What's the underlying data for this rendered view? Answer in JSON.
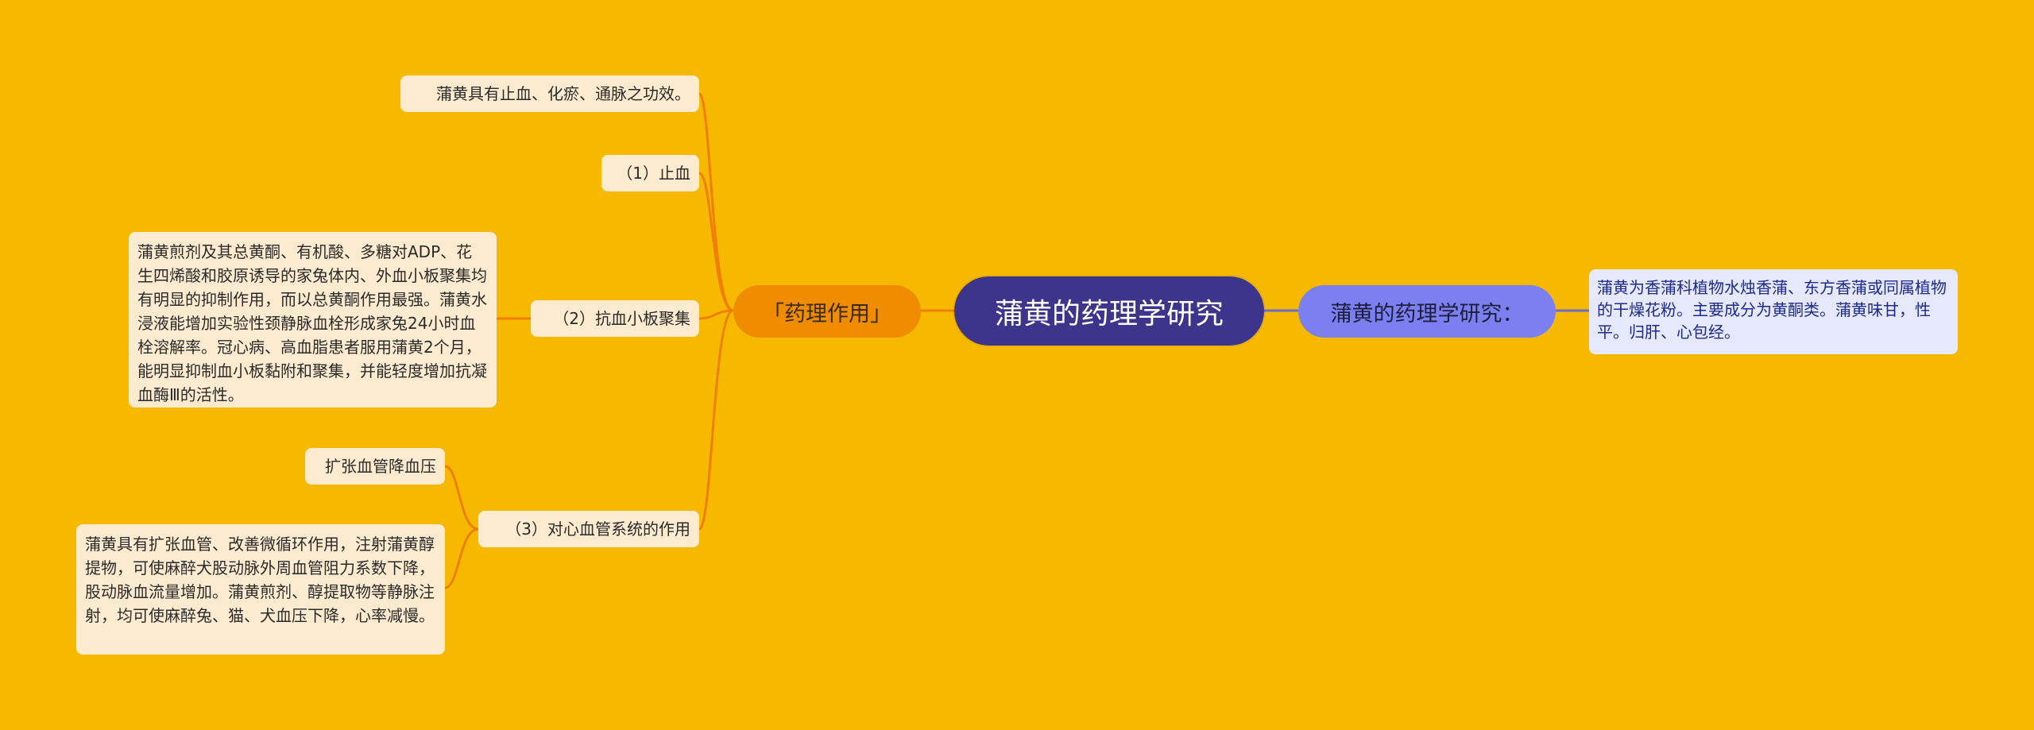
{
  "mindmap": {
    "center": "蒲黄的药理学研究",
    "right_branch": {
      "label": "蒲黄的药理学研究：",
      "note": "蒲黄为香蒲科植物水烛香蒲、东方香蒲或同属植物的干燥花粉。主要成分为黄酮类。蒲黄味甘，性平。归肝、心包经。"
    },
    "left_branch": {
      "label": "「药理作用」",
      "items": [
        {
          "label": "蒲黄具有止血、化瘀、通脉之功效。"
        },
        {
          "label": "（1）止血"
        },
        {
          "label": "（2）抗血小板聚集",
          "detail": "蒲黄煎剂及其总黄酮、有机酸、多糖对ADP、花生四烯酸和胶原诱导的家兔体内、外血小板聚集均有明显的抑制作用，而以总黄酮作用最强。蒲黄水浸液能增加实验性颈静脉血栓形成家兔24小时血栓溶解率。冠心病、高血脂患者服用蒲黄2个月，能明显抑制血小板黏附和聚集，并能轻度增加抗凝血酶Ⅲ的活性。"
        },
        {
          "label": "（3）对心血管系统的作用",
          "children": [
            {
              "label": "扩张血管降血压"
            },
            {
              "label": "蒲黄具有扩张血管、改善微循环作用，注射蒲黄醇提物，可使麻醉犬股动脉外周血管阻力系数下降，股动脉血流量增加。蒲黄煎剂、醇提取物等静脉注射，均可使麻醉兔、猫、犬血压下降，心率减慢。"
            }
          ]
        }
      ]
    },
    "colors": {
      "background": "#F7B800",
      "center": "#3D348B",
      "left_branch": "#F08C00",
      "right_branch": "#7B7FEF",
      "leaf": "#FDEBD0",
      "line_left": "#F07F00",
      "line_right": "#6C6FC8"
    }
  }
}
